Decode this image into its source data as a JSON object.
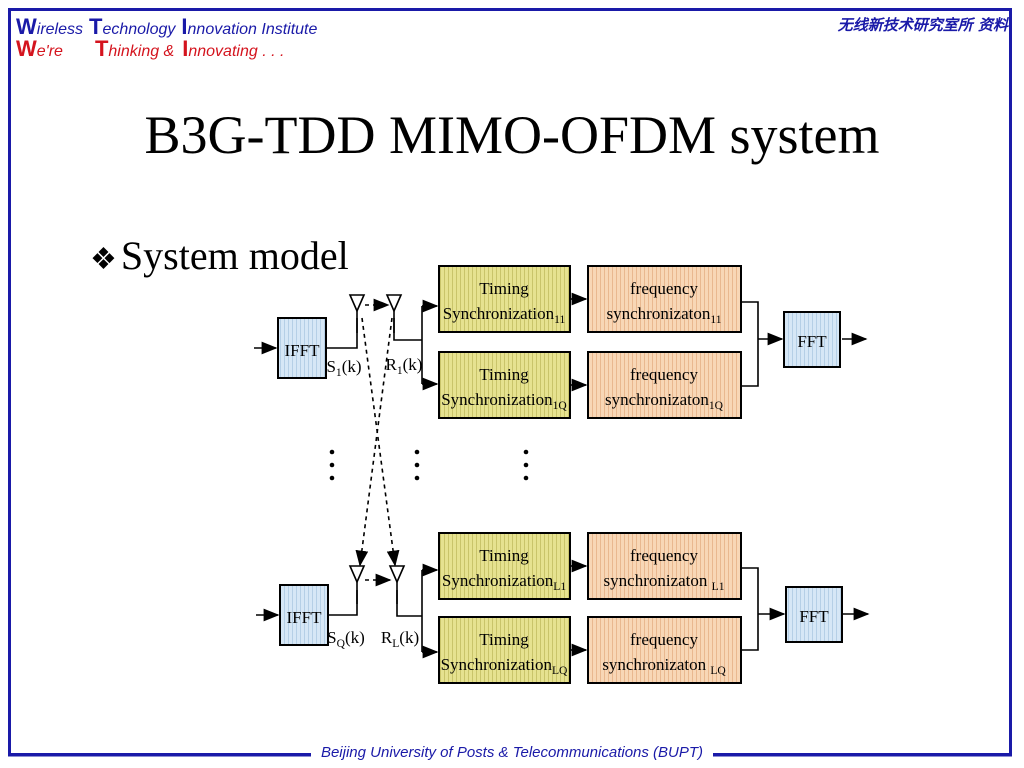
{
  "header": {
    "line1": [
      {
        "cap": "W",
        "rest": "ireless"
      },
      {
        "cap": "T",
        "rest": "echnology"
      },
      {
        "cap": "I",
        "rest": "nnovation Institute"
      }
    ],
    "line2": [
      {
        "cap": "W",
        "rest": "e're"
      },
      {
        "cap": "T",
        "rest": "hinking &"
      },
      {
        "cap": "I",
        "rest": "nnovating . . ."
      }
    ],
    "chinese": "无线新技术研究室所 资料"
  },
  "title": "B3G-TDD MIMO-OFDM system",
  "bullet": "System model",
  "diagram": {
    "ifft_label": "IFFT",
    "fft_label": "FFT",
    "tx_top": {
      "base": "S",
      "sub": "1",
      "tail": "(k)"
    },
    "rx_top": {
      "base": "R",
      "sub": "1",
      "tail": "(k)"
    },
    "tx_bottom": {
      "base": "S",
      "sub": "Q",
      "tail": "(k)"
    },
    "rx_bottom": {
      "base": "R",
      "sub": "L",
      "tail": "(k)"
    },
    "timing_boxes": [
      {
        "line1": "Timing",
        "base": "Synchronization",
        "sub": "11"
      },
      {
        "line1": "Timing",
        "base": "Synchronization",
        "sub": "1Q"
      },
      {
        "line1": "Timing",
        "base": "Synchronization",
        "sub": "L1"
      },
      {
        "line1": "Timing",
        "base": "Synchronization",
        "sub": "LQ"
      }
    ],
    "freq_boxes": [
      {
        "line1": "frequency",
        "base": "synchronizaton",
        "sub": "11"
      },
      {
        "line1": "frequency",
        "base": "synchronizaton",
        "sub": "1Q"
      },
      {
        "line1": "frequency",
        "base": "synchronizaton ",
        "sub": "L1"
      },
      {
        "line1": "frequency",
        "base": "synchronizaton ",
        "sub": "LQ"
      }
    ],
    "colors": {
      "ifft_fill": "#cfe3f5",
      "timing_fill": "#e4e08a",
      "freq_fill": "#f7d0aa",
      "frame": "#1a1aa8"
    }
  },
  "footer": "Beijing University of Posts & Telecommunications (BUPT)"
}
